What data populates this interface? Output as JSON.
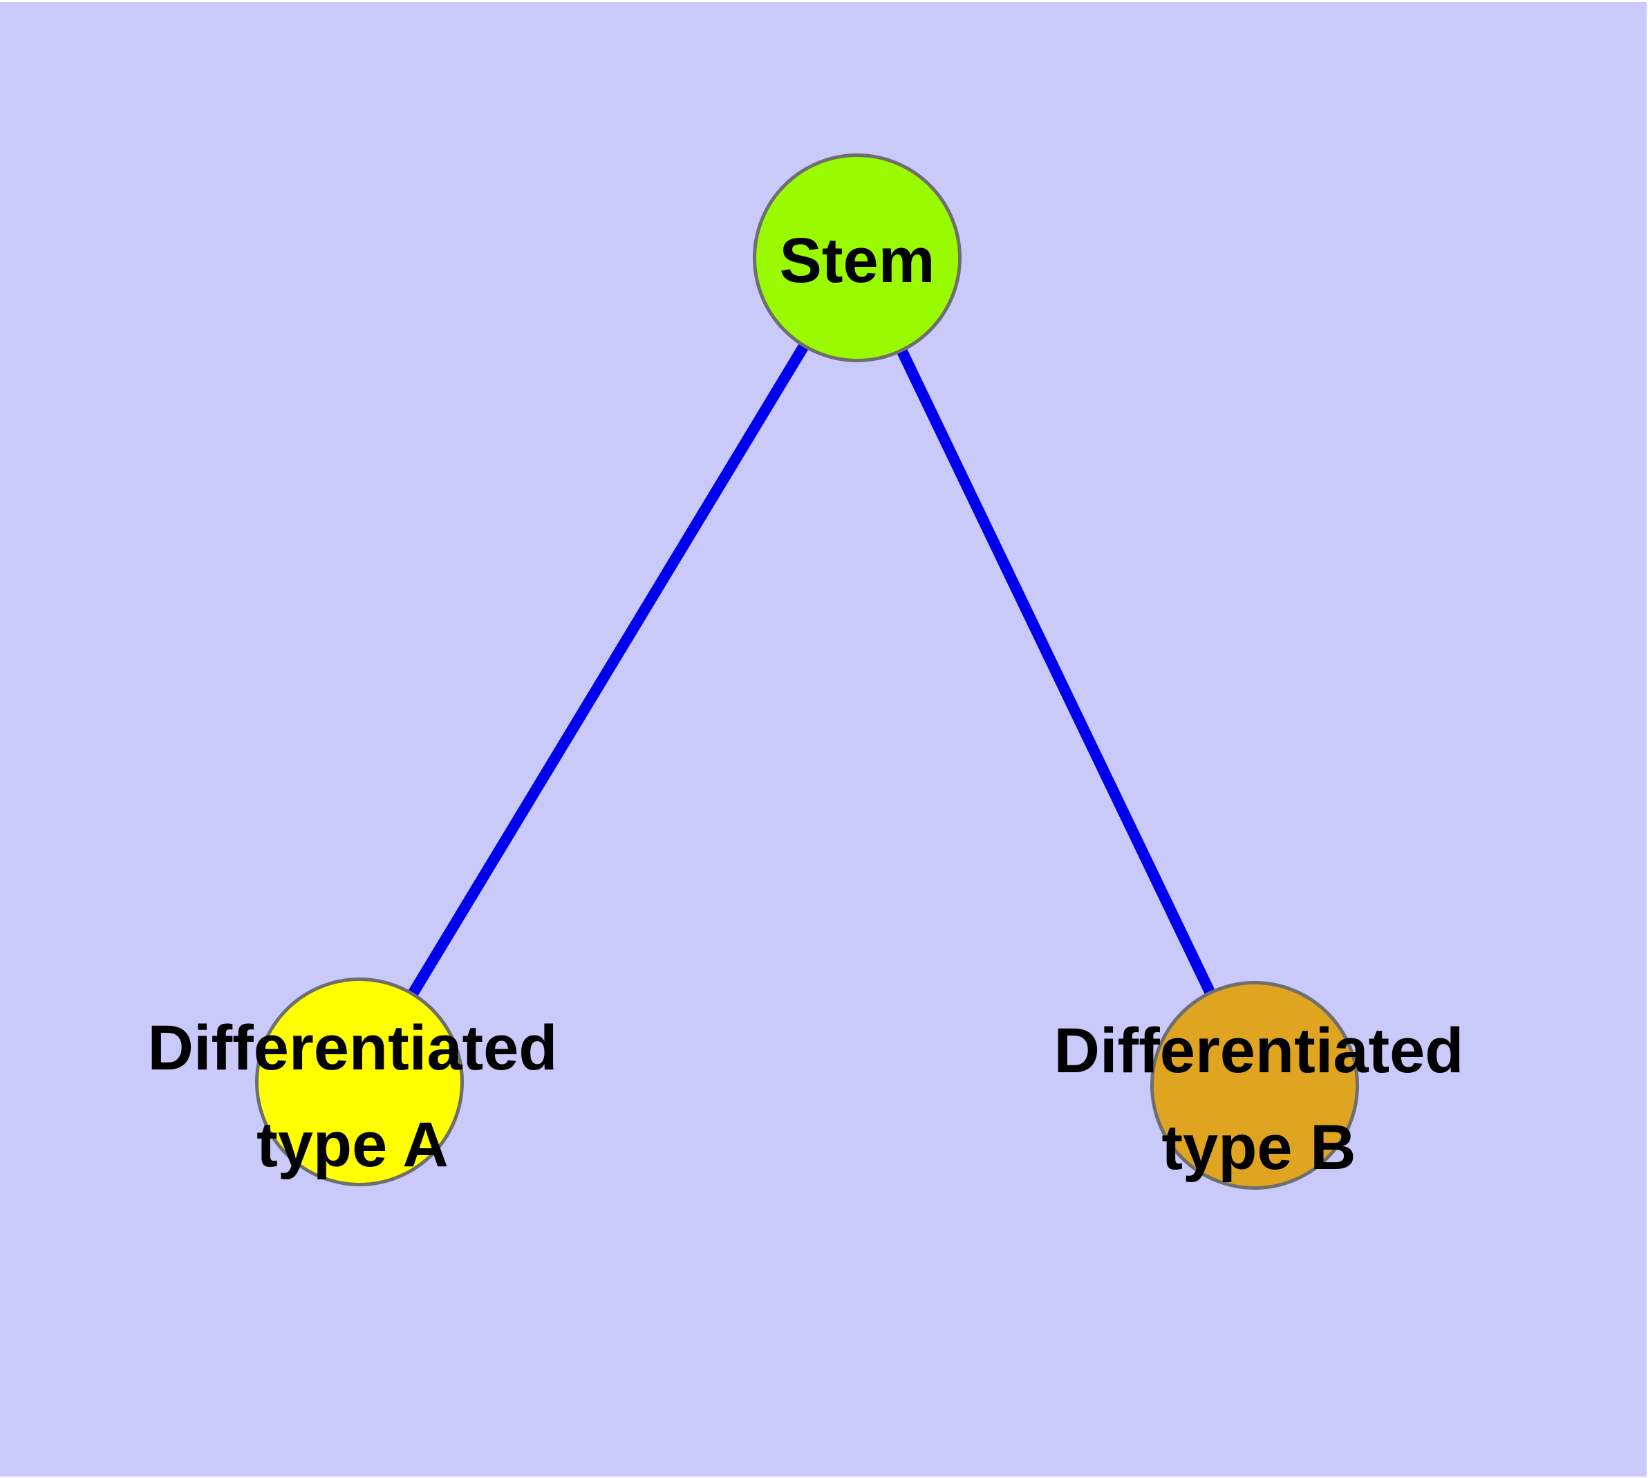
{
  "diagram": {
    "background_color": "#C9C9FA",
    "margin_color": "#FFFFFF",
    "edge_color": "#0000EE",
    "node_border_color": "#6E6E6E",
    "text_color": "#000000",
    "nodes": [
      {
        "id": "stem",
        "label": "Stem",
        "fill": "#9AFB00"
      },
      {
        "id": "diff_a",
        "label_line1": "Differentiated",
        "label_line2": "type A",
        "fill": "#FFFF00"
      },
      {
        "id": "diff_b",
        "label_line1": "Differentiated",
        "label_line2": "type B",
        "fill": "#DFA420"
      }
    ],
    "edges": [
      {
        "from": "Stem",
        "to": "Differentiated type A"
      },
      {
        "from": "Stem",
        "to": "Differentiated type B"
      }
    ]
  }
}
